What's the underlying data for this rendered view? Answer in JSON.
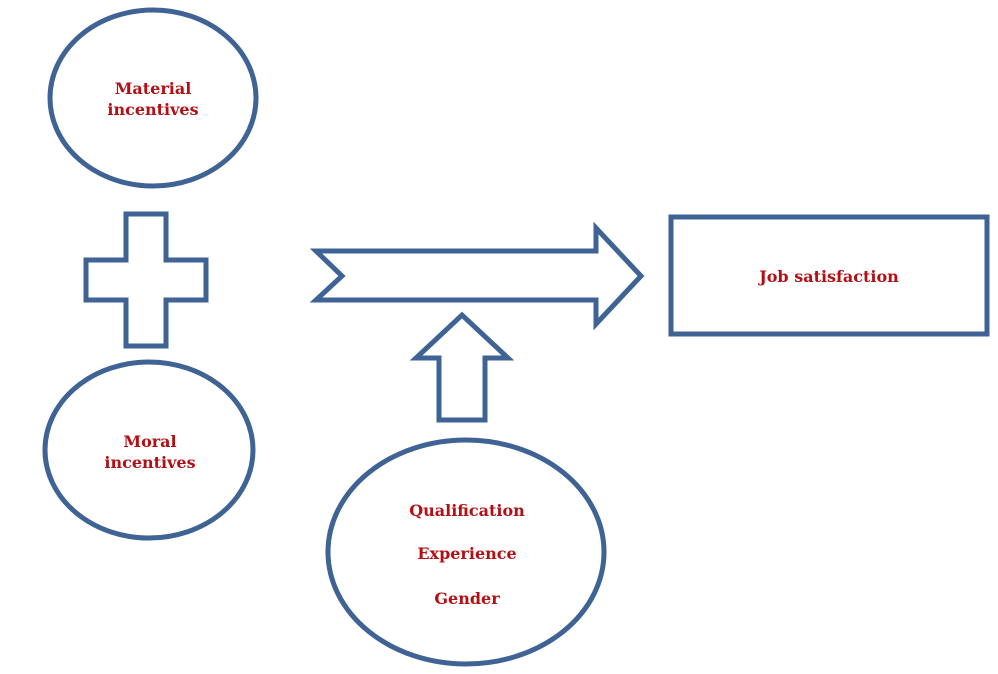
{
  "diagram": {
    "material_incentives": "Material\nincentives",
    "moral_incentives": "Moral\nincentives",
    "job_satisfaction": "Job satisfaction",
    "moderators": [
      "Qualification",
      "Experience",
      "Gender"
    ]
  },
  "colors": {
    "stroke": "#3e6394",
    "text": "#b30f14",
    "background": "#ffffff"
  }
}
